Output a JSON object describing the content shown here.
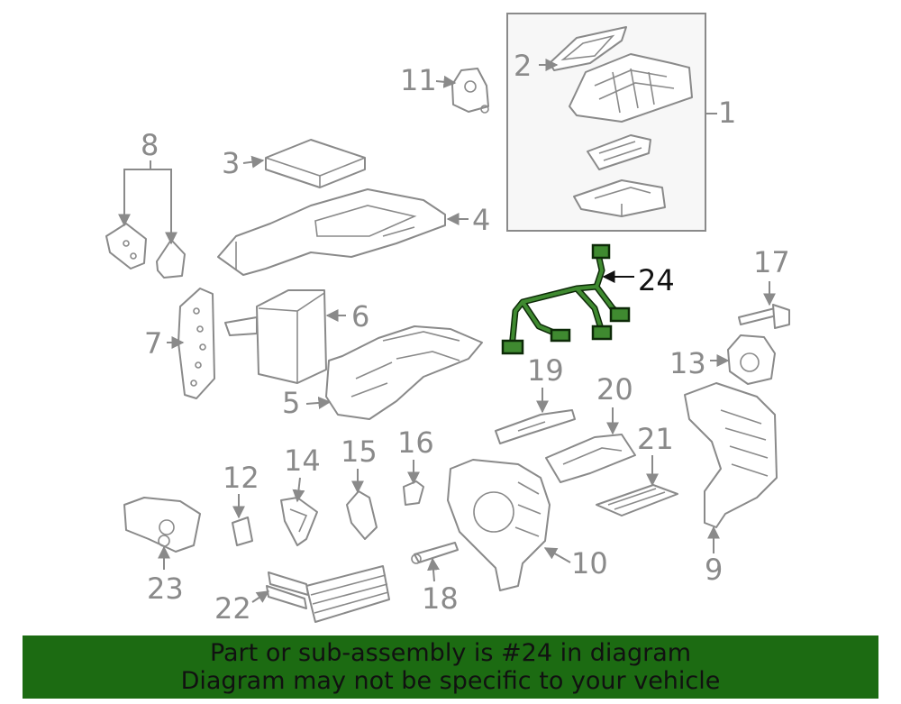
{
  "highlighted_part": "24",
  "colors": {
    "line": "#8a8a8a",
    "highlight": "#2f6b23",
    "highlight_dark": "#0d2a08",
    "banner_bg": "#1c6b12",
    "banner_text": "#111111",
    "inset_bg": "#f7f7f7"
  },
  "labels": {
    "p1": "1",
    "p2": "2",
    "p3": "3",
    "p4": "4",
    "p5": "5",
    "p6": "6",
    "p7": "7",
    "p8": "8",
    "p9": "9",
    "p10": "10",
    "p11": "11",
    "p12": "12",
    "p13": "13",
    "p14": "14",
    "p15": "15",
    "p16": "16",
    "p17": "17",
    "p18": "18",
    "p19": "19",
    "p20": "20",
    "p21": "21",
    "p22": "22",
    "p23": "23",
    "p24": "24"
  },
  "banner": {
    "line1": "Part or sub-assembly is #24 in diagram",
    "line2": "Diagram may not be specific to your vehicle"
  }
}
